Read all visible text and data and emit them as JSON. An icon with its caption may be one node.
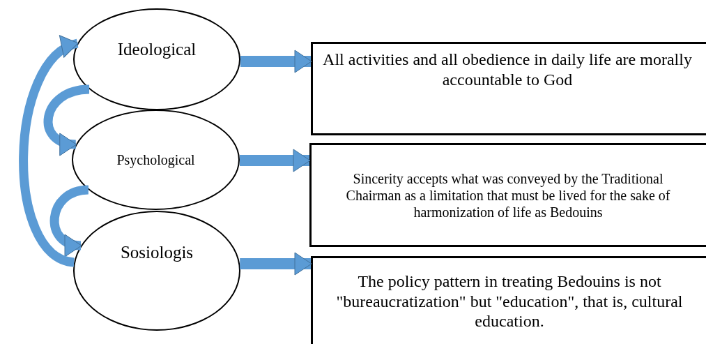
{
  "diagram": {
    "nodes": [
      {
        "text": [
          "Ideological"
        ]
      },
      {
        "text": [
          "Psychological"
        ]
      },
      {
        "text": [
          "Sosiologis"
        ]
      },
      {
        "text": [
          "All activities and all obedience in daily life are morally accountable to God"
        ]
      },
      {
        "text": [
          "Sincerity accepts what was conveyed by the Traditional Chairman as a limitation that must be lived for the sake of harmonization of life as Bedouins"
        ]
      },
      {
        "text": [
          "The policy pattern in treating Bedouins is not \"bureaucratization\" but \"education\", that is, cultural education."
        ]
      }
    ],
    "edges": [
      {
        "from": 0,
        "to": 3,
        "arrow": "to"
      },
      {
        "from": 1,
        "to": 4,
        "arrow": "to"
      },
      {
        "from": 2,
        "to": 5,
        "arrow": "to"
      },
      {
        "from": 0,
        "to": 1,
        "arrow": "to"
      },
      {
        "from": 1,
        "to": 2,
        "arrow": "to"
      },
      {
        "from": 2,
        "to": 0,
        "arrow": "to"
      }
    ]
  }
}
